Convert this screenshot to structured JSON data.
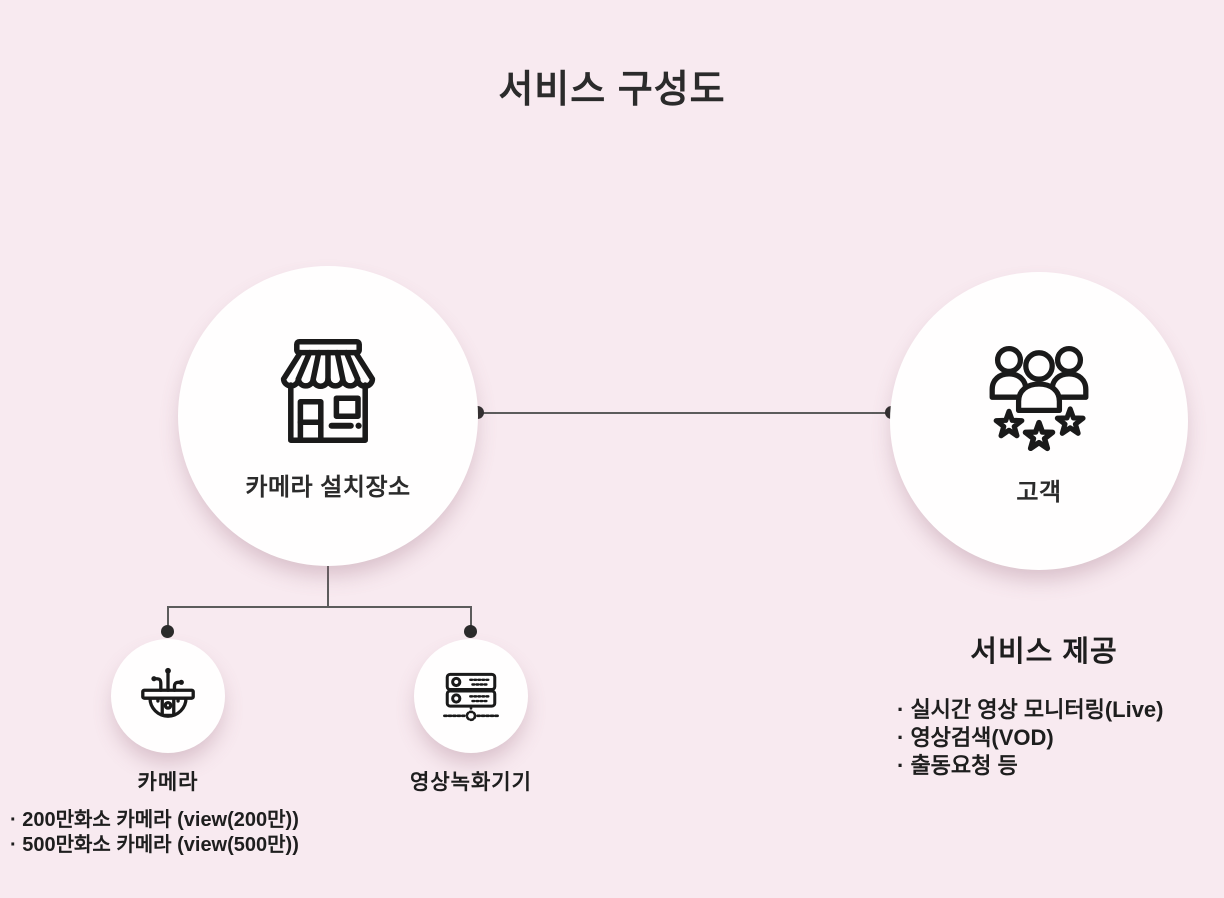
{
  "title": "서비스 구성도",
  "colors": {
    "background": "#f8eaf0",
    "node_fill": "#fffefe",
    "line": "#5c5c5c",
    "dot": "#2b2b2b",
    "text": "#1e1e1e",
    "icon_stroke": "#1a1a1a"
  },
  "nodes": {
    "site": {
      "label": "카메라 설치장소",
      "icon": "storefront-icon"
    },
    "customer": {
      "label": "고객",
      "icon": "customers-stars-icon"
    },
    "camera": {
      "label": "카메라",
      "icon": "dome-camera-icon"
    },
    "recorder": {
      "label": "영상녹화기기",
      "icon": "video-recorder-icon"
    }
  },
  "camera_specs": {
    "items": [
      "· 200만화소 카메라 (view(200만))",
      "· 500만화소 카메라 (view(500만))"
    ]
  },
  "services": {
    "heading": "서비스 제공",
    "items": [
      "· 실시간 영상 모니터링(Live)",
      "· 영상검색(VOD)",
      "· 출동요청 등"
    ]
  }
}
